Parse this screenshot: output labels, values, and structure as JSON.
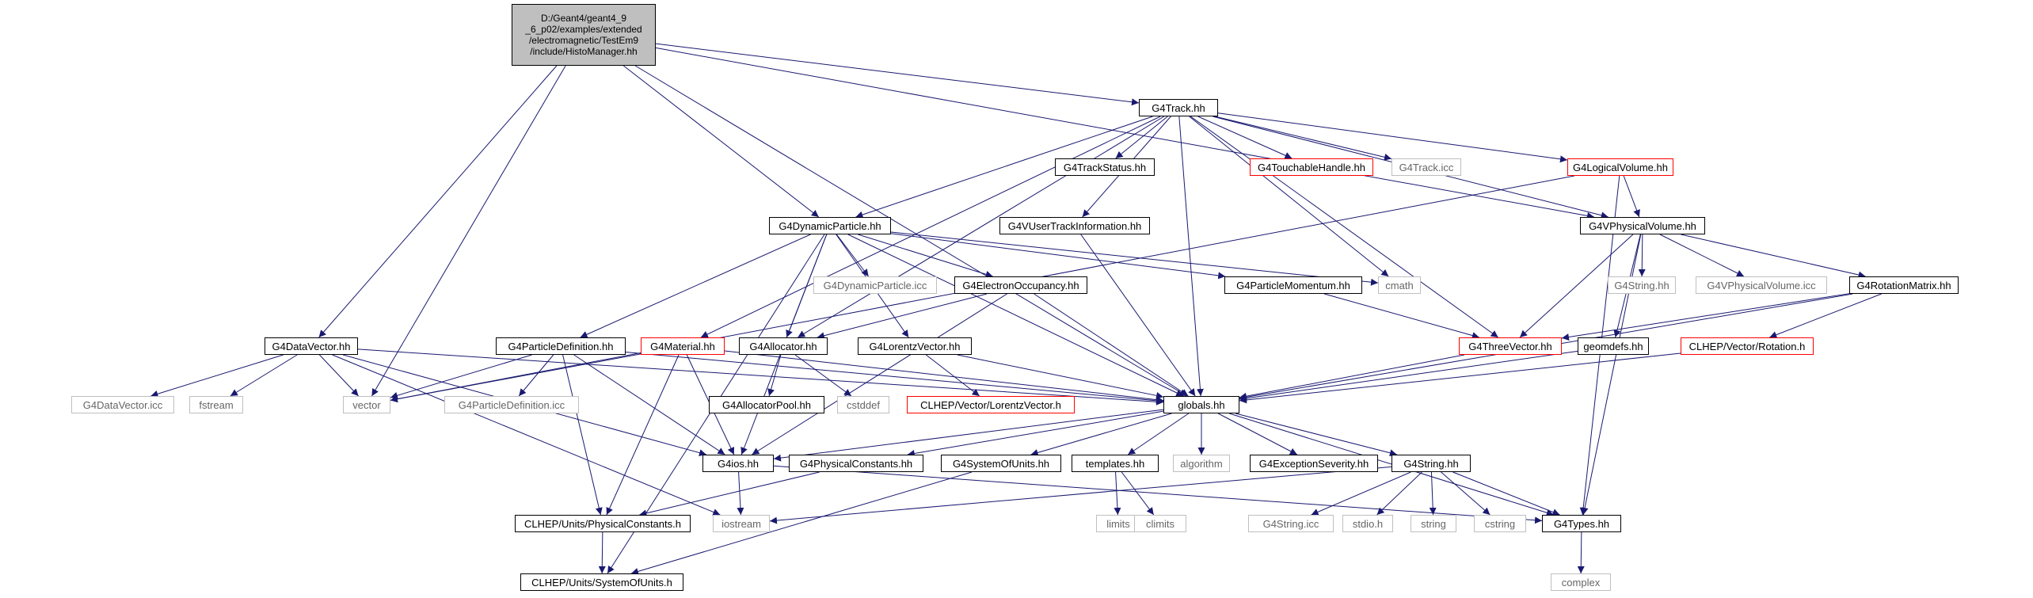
{
  "root": {
    "lines": [
      "D:/Geant4/geant4_9",
      "_6_p02/examples/extended",
      "/electromagnetic/TestEm9",
      "/include/HistoManager.hh"
    ]
  },
  "nodes": {
    "g4track": "G4Track.hh",
    "g4trackstatus": "G4TrackStatus.hh",
    "g4touchablehandle": "G4TouchableHandle.hh",
    "g4track_icc": "G4Track.icc",
    "g4logicalvolume": "G4LogicalVolume.hh",
    "g4vusertrackinformation": "G4VUserTrackInformation.hh",
    "g4vphysicalvolume": "G4VPhysicalVolume.hh",
    "g4dynamicparticle": "G4DynamicParticle.hh",
    "g4dynamicparticle_icc": "G4DynamicParticle.icc",
    "g4electronoccupancy": "G4ElectronOccupancy.hh",
    "g4particlemomentum": "G4ParticleMomentum.hh",
    "cmath": "cmath",
    "g4string": "G4String.hh",
    "g4vphysicalvolume_icc": "G4VPhysicalVolume.icc",
    "g4rotationmatrix": "G4RotationMatrix.hh",
    "g4datavector": "G4DataVector.hh",
    "g4particledefinition": "G4ParticleDefinition.hh",
    "g4material": "G4Material.hh",
    "g4allocator": "G4Allocator.hh",
    "g4lorentzvector": "G4LorentzVector.hh",
    "g4threevector": "G4ThreeVector.hh",
    "geomdefs": "geomdefs.hh",
    "clhep_rotation": "CLHEP/Vector/Rotation.h",
    "g4datavector_icc": "G4DataVector.icc",
    "fstream": "fstream",
    "vector": "vector",
    "g4particledefinition_icc": "G4ParticleDefinition.icc",
    "g4allocatorpool": "G4AllocatorPool.hh",
    "cstddef": "cstddef",
    "clhep_lorentzvector": "CLHEP/Vector/LorentzVector.h",
    "globals": "globals.hh",
    "g4ios": "G4ios.hh",
    "g4physicalconstants": "G4PhysicalConstants.hh",
    "g4systemofunits": "G4SystemOfUnits.hh",
    "templates": "templates.hh",
    "algorithm": "algorithm",
    "g4exceptionseverity": "G4ExceptionSeverity.hh",
    "g4string2": "G4String.hh",
    "clhep_physicalconstants": "CLHEP/Units/PhysicalConstants.h",
    "iostream": "iostream",
    "limits": "limits",
    "climits": "climits",
    "g4string_icc": "G4String.icc",
    "stdio": "stdio.h",
    "string": "string",
    "cstring": "cstring",
    "g4types": "G4Types.hh",
    "clhep_systemofunits": "CLHEP/Units/SystemOfUnits.h",
    "complex": "complex"
  },
  "colors": {
    "edge": "#191970",
    "external_border": "#bfbfbf",
    "missing_border": "#ff0000",
    "root_fill": "#bfbfbf"
  }
}
